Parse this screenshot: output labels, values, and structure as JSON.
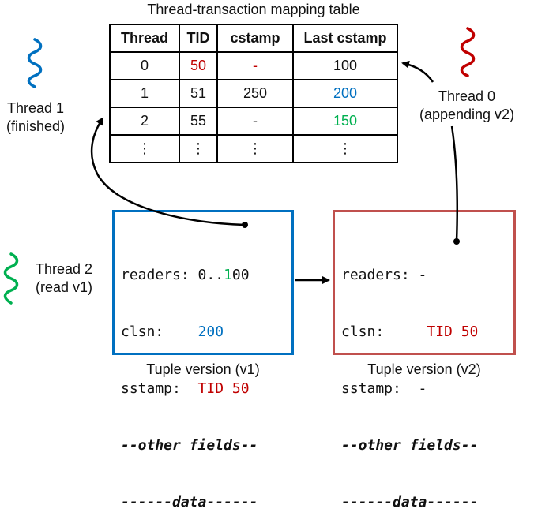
{
  "table": {
    "title": "Thread-transaction mapping table",
    "headers": [
      "Thread",
      "TID",
      "cstamp",
      "Last cstamp"
    ],
    "rows": [
      [
        "0",
        "50",
        "-",
        "100"
      ],
      [
        "1",
        "51",
        "250",
        "200"
      ],
      [
        "2",
        "55",
        "-",
        "150"
      ],
      [
        "⋮",
        "⋮",
        "⋮",
        "⋮"
      ]
    ]
  },
  "threads": {
    "t1": {
      "line1": "Thread 1",
      "line2": "(finished)",
      "color": "#0070c0"
    },
    "t0": {
      "line1": "Thread 0",
      "line2": "(appending v2)",
      "color": "#c00000"
    },
    "t2": {
      "line1": "Thread 2",
      "line2": "(read v1)",
      "color": "#00b050"
    }
  },
  "v1": {
    "readers_key": "readers: ",
    "readers_a": "0..",
    "readers_b": "1",
    "readers_c": "00",
    "clsn_key": "clsn:    ",
    "clsn_val": "200",
    "sstamp_key": "sstamp:  ",
    "sstamp_val": "TID 50",
    "other": "--other fields--",
    "data": "------data------",
    "caption": "Tuple version (v1)"
  },
  "v2": {
    "readers_key": "readers: ",
    "readers_val": "-",
    "clsn_key": "clsn:     ",
    "clsn_val": "TID 50",
    "sstamp_key": "sstamp:  ",
    "sstamp_val": "-",
    "other": "--other fields--",
    "data": "------data------",
    "caption": "Tuple version (v2)"
  }
}
